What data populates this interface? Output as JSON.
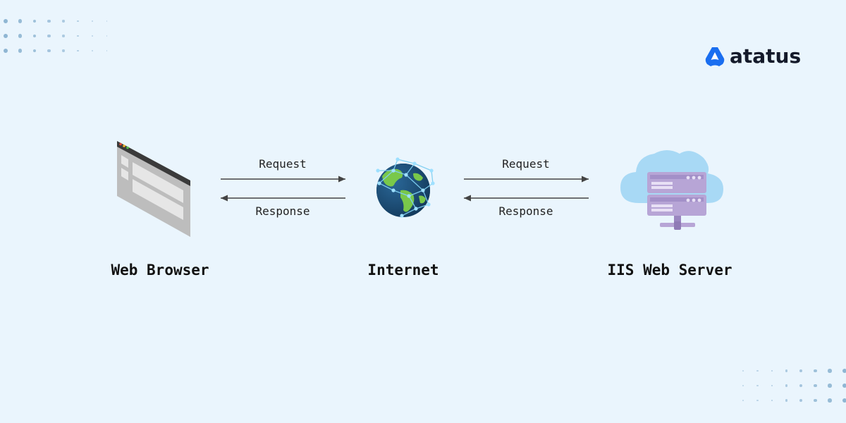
{
  "brand": {
    "name": "atatus",
    "color": "#1a6ef0"
  },
  "nodes": [
    {
      "id": "browser",
      "label": "Web Browser",
      "icon": "browser-window-icon"
    },
    {
      "id": "internet",
      "label": "Internet",
      "icon": "globe-icon"
    },
    {
      "id": "server",
      "label": "IIS Web Server",
      "icon": "cloud-server-icon"
    }
  ],
  "edges": [
    {
      "from": "browser",
      "to": "internet",
      "forward_label": "Request",
      "backward_label": "Response"
    },
    {
      "from": "internet",
      "to": "server",
      "forward_label": "Request",
      "backward_label": "Response"
    }
  ],
  "colors": {
    "background": "#eaf5fd",
    "arrow": "#444444",
    "dots": "#8fb6d3"
  }
}
